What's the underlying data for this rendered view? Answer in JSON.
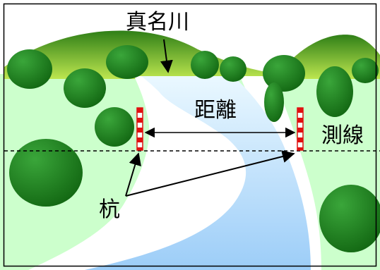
{
  "labels": {
    "river_name": "真名川",
    "distance": "距離",
    "survey_line": "測線",
    "stakes": "杭"
  },
  "colors": {
    "sky": "#ffffff",
    "field": "#ccffcc",
    "hill_dark": "#2f7f17",
    "hill_light": "#b7e04a",
    "river_light": "#d9f2ff",
    "river_deep": "#99ccff",
    "sand": "#ffffff",
    "tree": "#1f7a1f",
    "tree_highlight": "#2e9a2e",
    "stake_red": "#e01010",
    "line_black": "#000000"
  }
}
